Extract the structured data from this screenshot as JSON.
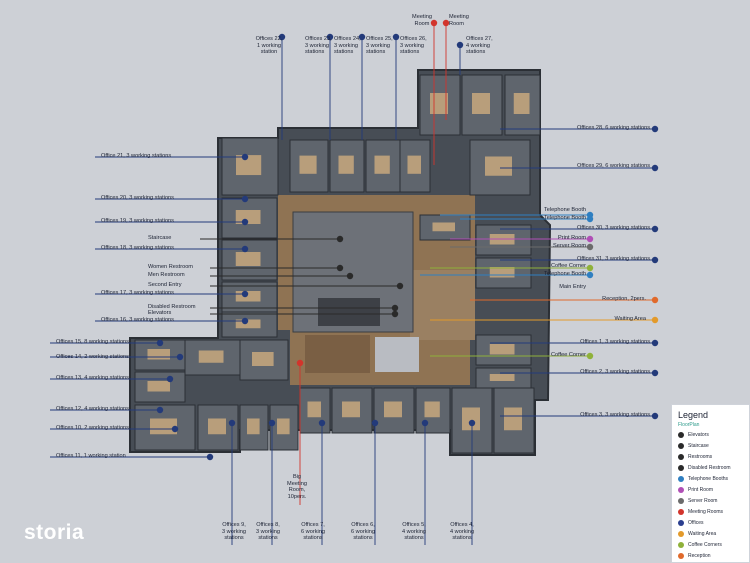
{
  "brand": {
    "logo_text": "storia"
  },
  "labels": {
    "office22": "Offices 22,\n1 working\nstation",
    "office23": "Offices 23,\n3 working\nstations",
    "office24": "Offices 24,\n3 working\nstations",
    "office25": "Offices 25,\n3 working\nstations",
    "office26": "Offices 26,\n3 working\nstations",
    "meeting1": "Meeting\nRoom",
    "meeting2": "Meeting\nRoom",
    "office27": "Offices 27,\n4 working\nstations",
    "office28": "Offices 28, 6 working stations",
    "office29": "Offices 29, 6 working stations",
    "office21": "Office 21, 3 working stations",
    "office20": "Offices 20, 3 working stations",
    "office19": "Offices 19, 3 working stations",
    "office18": "Offices 18, 3 working stations",
    "office17": "Offices 17, 3 working stations",
    "office16": "Offices 16, 3 working stations",
    "office15": "Offices 15, 8 working stations",
    "office14": "Offices 14, 2 working stations",
    "office13": "Offices 13, 4 working stations",
    "office12": "Offices 12, 4 working stations",
    "office10": "Offices 10, 2 working stations",
    "office11": "Offices 11, 1 working station",
    "staircase": "Staircase",
    "women_restroom": "Women Restroom",
    "men_restroom": "Men Restroom",
    "second_entry": "Second Entry",
    "disabled_restroom": "Disabled Restroom",
    "elevators": "Elevators",
    "telephone1": "Telephone Booth",
    "telephone2": "Telephone Booth",
    "office30": "Offices 30, 3 working stations",
    "print_room": "Print Room",
    "server_room": "Server Room",
    "office31": "Offices 31, 3 working stations",
    "coffee1": "Coffee Corner",
    "telephone3": "Telephone Booth",
    "main_entry": "Main Entry",
    "reception": "Reception, 2pers.",
    "waiting": "Waiting Area",
    "office1": "Offices 1, 3 working stations",
    "coffee2": "Coffee Corner",
    "office2": "Offices 2, 3 working stations",
    "office3": "Offices 3, 3 working stations",
    "big_meeting": "Big\nMeeting\nRoom,\n10pers.",
    "office9": "Offices 9,\n3 working\nstations",
    "office8": "Offices 8,\n3 working\nstations",
    "office7": "Offices 7,\n6 working\nstations",
    "office6": "Offices 6,\n6 working\nstations",
    "office5": "Offices 5,\n4 working\nstations",
    "office4": "Offices 4,\n4 working\nstations"
  },
  "legend": {
    "title": "Legend",
    "subtitle": "FloorPlan",
    "items": [
      {
        "label": "Elevators",
        "color": "#2a2a2a",
        "icon": "elevator-icon"
      },
      {
        "label": "Staircase",
        "color": "#2a2a2a",
        "icon": "staircase-icon"
      },
      {
        "label": "Restrooms",
        "color": "#2a2a2a",
        "icon": "restroom-icon"
      },
      {
        "label": "Disabled Restroom",
        "color": "#2a2a2a",
        "icon": "disabled-icon"
      },
      {
        "label": "Telephone Booths",
        "color": "#2f7fc1",
        "icon": "telephone-icon"
      },
      {
        "label": "Print Room",
        "color": "#b04fb6",
        "icon": "print-icon"
      },
      {
        "label": "Server Room",
        "color": "#6b6b6b",
        "icon": "server-icon"
      },
      {
        "label": "Meeting Rooms",
        "color": "#d2342c",
        "icon": "meeting-icon"
      },
      {
        "label": "Offices",
        "color": "#2b3f8f",
        "icon": "office-icon"
      },
      {
        "label": "Waiting Area",
        "color": "#e39a2b",
        "icon": "waiting-icon"
      },
      {
        "label": "Coffee Corners",
        "color": "#8fb13a",
        "icon": "coffee-icon"
      },
      {
        "label": "Reception",
        "color": "#e06a2c",
        "icon": "reception-icon"
      }
    ]
  },
  "colors": {
    "office": "#233a7a",
    "meeting": "#d2342c",
    "telephone": "#2f7fc1",
    "print": "#b04fb6",
    "server": "#6b6b6b",
    "coffee": "#8fb13a",
    "reception": "#e06a2c",
    "waiting": "#e39a2b",
    "facility": "#2a2a2a"
  }
}
